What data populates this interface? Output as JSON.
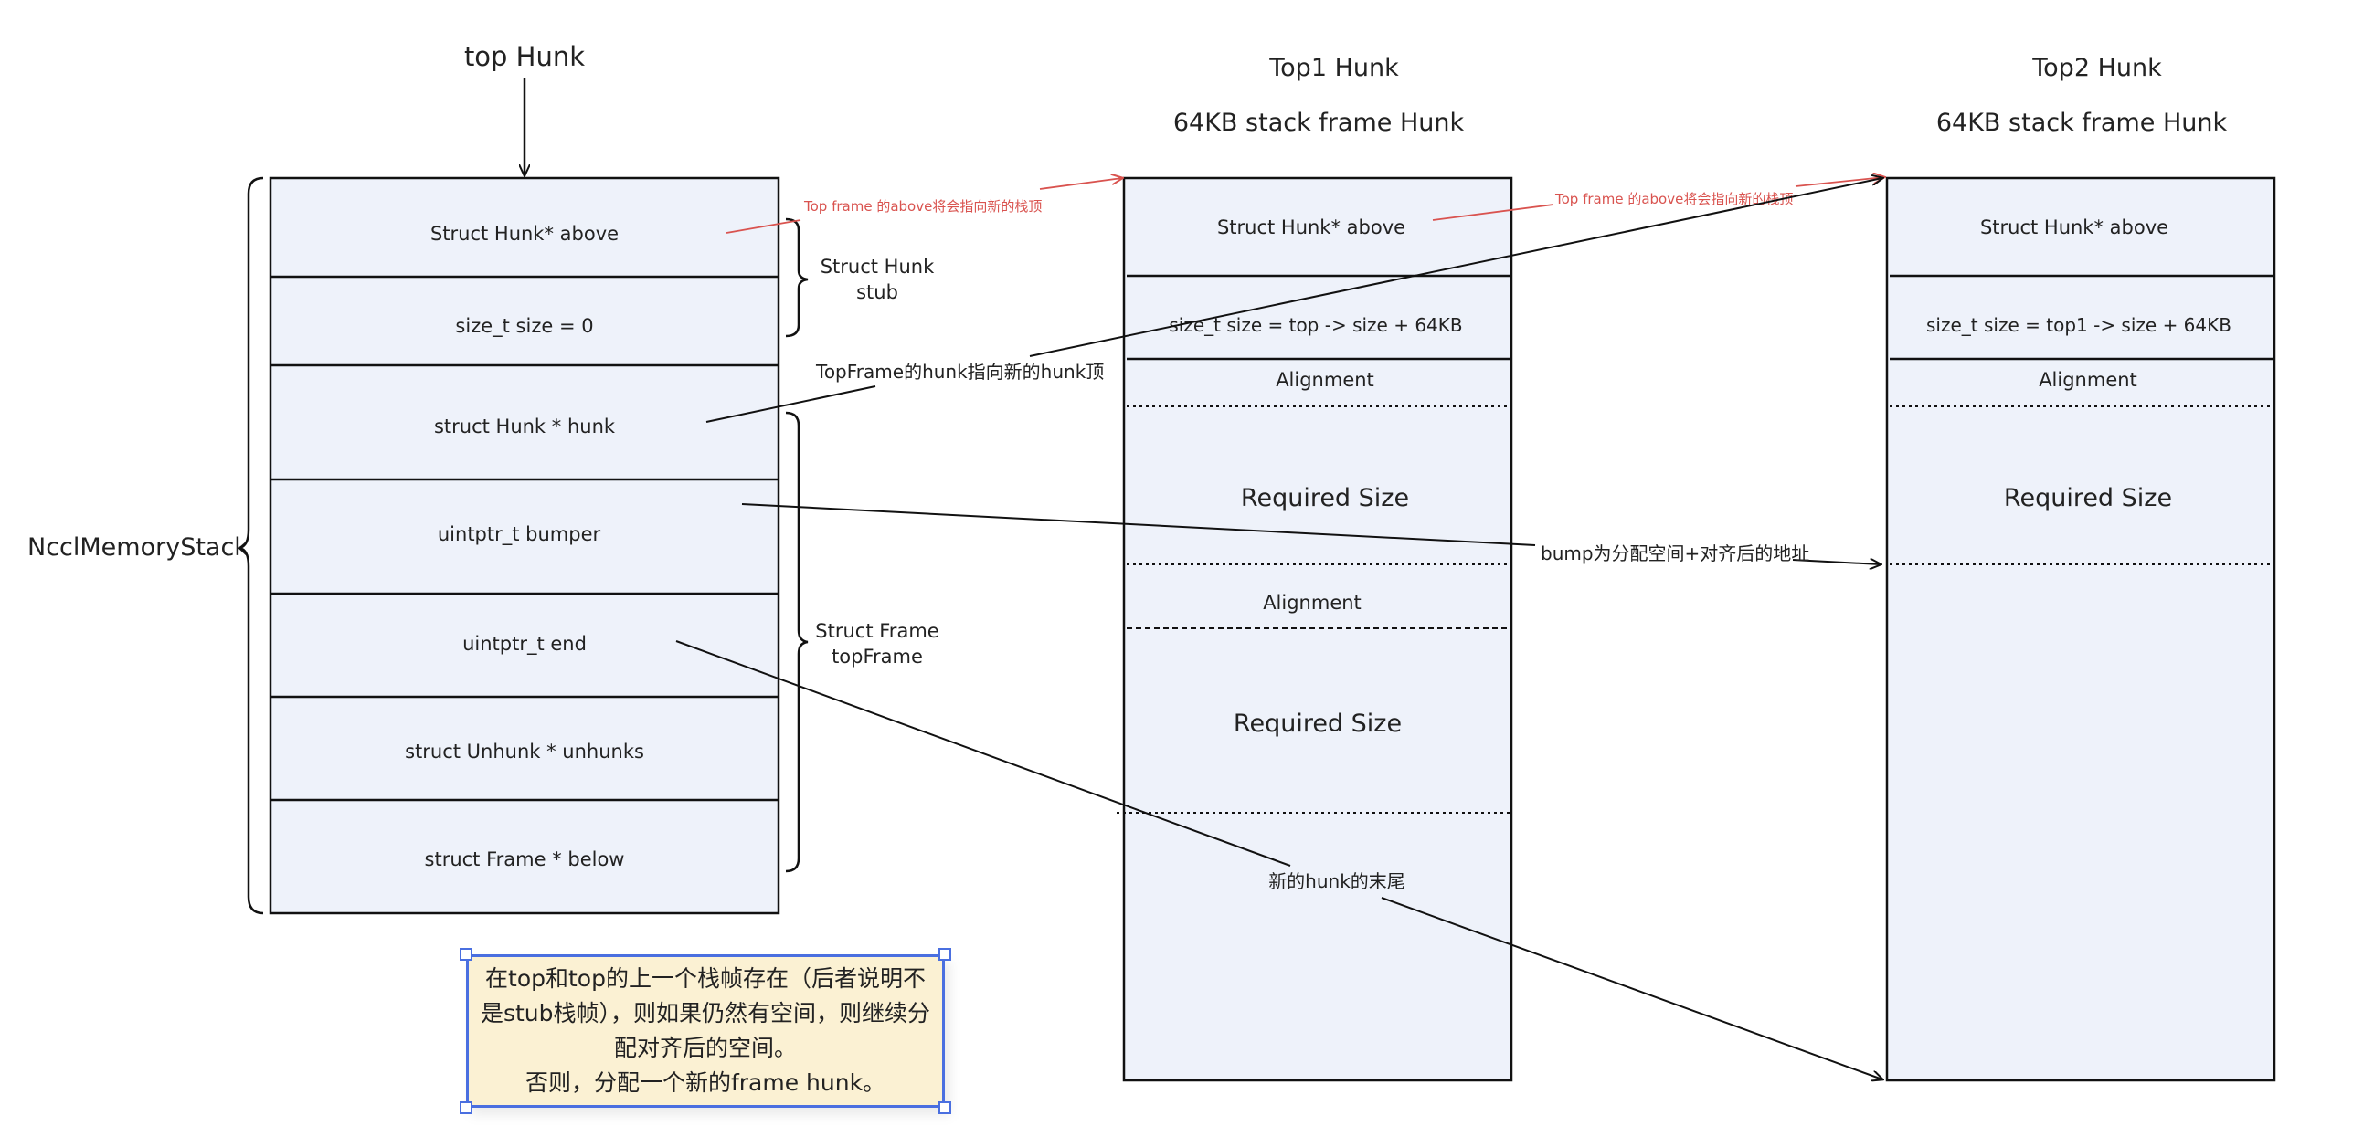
{
  "left_stack": {
    "top_label": "top Hunk",
    "side_label": "NcclMemoryStack",
    "cells": [
      "Struct Hunk* above",
      "size_t size = 0",
      "struct Hunk * hunk",
      "uintptr_t bumper",
      "uintptr_t end",
      "struct Unhunk * unhunks",
      "struct Frame * below"
    ],
    "brace_stub_line1": "Struct Hunk",
    "brace_stub_line2": "stub",
    "brace_frame_line1": "Struct Frame",
    "brace_frame_line2": "topFrame"
  },
  "top1": {
    "title": "Top1 Hunk",
    "subtitle": "64KB stack frame Hunk",
    "cells": [
      "Struct Hunk* above",
      "size_t size = top -> size + 64KB",
      "Alignment",
      "Required Size",
      "Alignment",
      "Required Size",
      "新的hunk的末尾"
    ]
  },
  "top2": {
    "title": "Top2 Hunk",
    "subtitle": "64KB stack frame Hunk",
    "cells": [
      "Struct Hunk* above",
      "size_t size = top1 -> size + 64KB",
      "Alignment",
      "Required Size"
    ]
  },
  "annotations": {
    "red1": "Top frame 的above将会指向新的栈顶",
    "red2": "Top frame 的above将会指向新的栈顶",
    "hunk_arrow": "TopFrame的hunk指向新的hunk顶",
    "bump_arrow": "bump为分配空间+对齐后的地址"
  },
  "note": {
    "text": "在top和top的上一个栈帧存在（后者说明不是stub栈帧），则如果仍然有空间，则继续分配对齐后的空间。\n否则，分配一个新的frame hunk。"
  },
  "colors": {
    "box_fill": "#eef2fa",
    "line": "#111111",
    "red": "#d9534f",
    "note_fill": "#fbf1d3",
    "note_border": "#4a6fe0"
  }
}
